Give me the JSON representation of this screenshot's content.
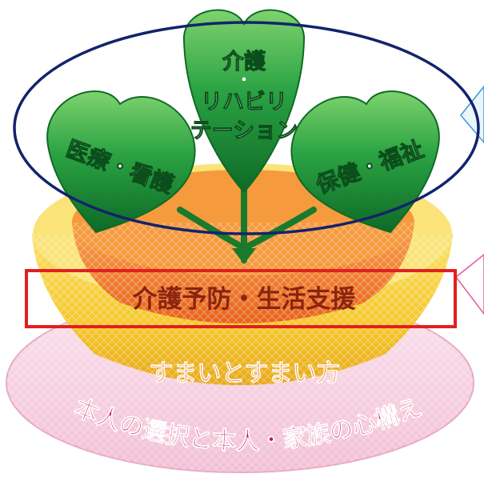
{
  "leaves": {
    "center": {
      "lines": [
        "介護",
        "・",
        "リハビリ",
        "テーション"
      ]
    },
    "left": {
      "label": "医療・看護"
    },
    "right": {
      "label": "保健・福祉"
    }
  },
  "bowl": {
    "label": "介護予防・生活支援"
  },
  "pot": {
    "label": "すまいとすまい方"
  },
  "dish": {
    "label": "本人の選択と本人・家族の心構え"
  },
  "colors": {
    "leaf_green": "#1f9a35",
    "dark_green": "#0f6b25",
    "orange": "#ef7a1e",
    "yellow": "#f5d23a",
    "pink": "#f6cfe0",
    "ellipse_outline": "#13236b",
    "highlight_box": "#e0201f",
    "dish_text": "#c5174f",
    "bowl_text": "#8a2410"
  }
}
